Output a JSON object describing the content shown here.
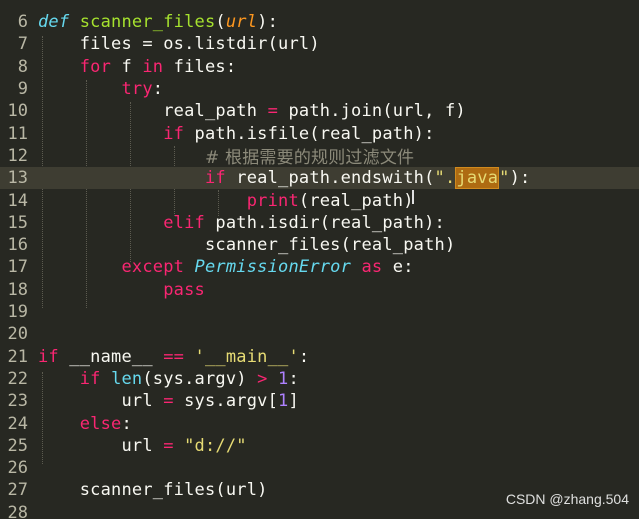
{
  "line_numbers": [
    "6",
    "7",
    "8",
    "9",
    "10",
    "11",
    "12",
    "13",
    "14",
    "15",
    "16",
    "17",
    "18",
    "19",
    "20",
    "21",
    "22",
    "23",
    "24",
    "25",
    "26",
    "27",
    "28"
  ],
  "code": {
    "l6": {
      "def": "def",
      "name": "scanner_files",
      "p1": "(",
      "param": "url",
      "p2": "):"
    },
    "l7": {
      "text": "files = os.listdir(url)"
    },
    "l8": {
      "for": "for",
      "mid": " f ",
      "in": "in",
      "rest": " files:"
    },
    "l9": {
      "try": "try",
      "rest": ":"
    },
    "l10": {
      "a": "real_path ",
      "eq": "=",
      "b": " path.join(url, f)"
    },
    "l11": {
      "if": "if",
      "rest": " path.isfile(real_path):"
    },
    "l12": {
      "comment": "# 根据需要的规则过滤文件"
    },
    "l13": {
      "if": "if",
      "a": " real_path.endswith(",
      "q1": "\".",
      "hl": "java",
      "q2": "\"",
      "b": "):"
    },
    "l14": {
      "print": "print",
      "rest": "(real_path)"
    },
    "l15": {
      "elif": "elif",
      "rest": " path.isdir(real_path):"
    },
    "l16": {
      "text": "scanner_files(real_path)"
    },
    "l17": {
      "except": "except",
      "sp": " ",
      "cls": "PermissionError",
      "sp2": " ",
      "as": "as",
      "rest": " e:"
    },
    "l18": {
      "pass": "pass"
    },
    "l21": {
      "if": "if",
      "a": " __name__ ",
      "eq": "==",
      "sp": " ",
      "str": "'__main__'",
      "rest": ":"
    },
    "l22": {
      "if": "if",
      "sp": " ",
      "len": "len",
      "a": "(sys.argv) ",
      "gt": ">",
      "sp2": " ",
      "num": "1",
      "rest": ":"
    },
    "l23": {
      "a": "url ",
      "eq": "=",
      "b": " sys.argv[",
      "num": "1",
      "c": "]"
    },
    "l24": {
      "else": "else",
      "rest": ":"
    },
    "l25": {
      "a": "url ",
      "eq": "=",
      "sp": " ",
      "str": "\"d://\""
    },
    "l27": {
      "text": "scanner_files(url)"
    }
  },
  "watermark": "CSDN @zhang.504",
  "colors": {
    "background": "#272822",
    "keyword": "#f92672",
    "string": "#e6db74",
    "function": "#a6e22e",
    "number": "#ae81ff",
    "comment": "#8c8a7a",
    "highlight": "#ae6b12"
  }
}
